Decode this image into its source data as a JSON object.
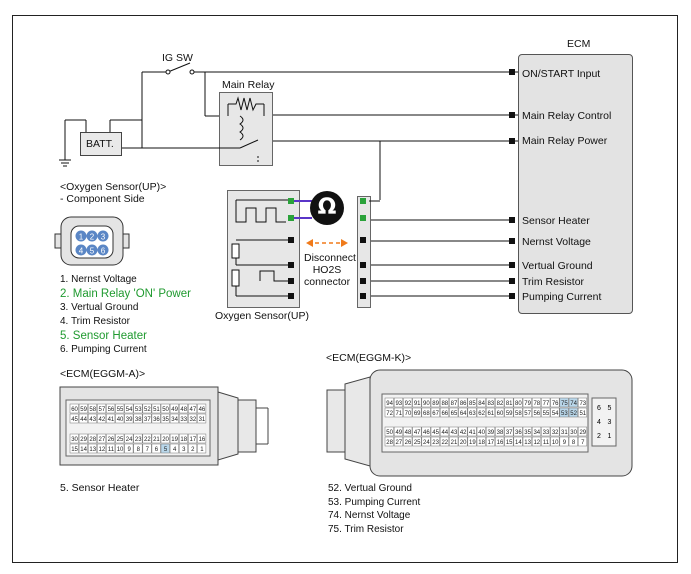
{
  "ecm": {
    "title": "ECM",
    "pins": [
      "ON/START Input",
      "Main Relay Control",
      "Main Relay Power",
      "Sensor Heater",
      "Nernst Voltage",
      "Vertual Ground",
      "Trim Resistor",
      "Pumping Current"
    ]
  },
  "ig_sw": "IG SW",
  "main_relay": "Main Relay",
  "battery": "BATT.",
  "sensor_header": {
    "line1": "<Oxygen Sensor(UP)>",
    "line2": "- Component Side"
  },
  "sensor_pins": [
    {
      "text": "1. Nernst Voltage",
      "highlight": false
    },
    {
      "text": "2. Main Relay 'ON' Power",
      "highlight": true
    },
    {
      "text": "3. Vertual Ground",
      "highlight": false
    },
    {
      "text": "4. Trim Resistor",
      "highlight": false
    },
    {
      "text": "5. Sensor Heater",
      "highlight": true
    },
    {
      "text": "6. Pumping Current",
      "highlight": false
    }
  ],
  "connector_pin_numbers": [
    "1",
    "2",
    "3",
    "4",
    "5",
    "6"
  ],
  "ohm_symbol": "Ω",
  "disconnect": {
    "line1": "Disconnect",
    "line2": "HO2S",
    "line3": "connector"
  },
  "oxygen_sensor_label": "Oxygen Sensor(UP)",
  "ecm_a": {
    "title": "<ECM(EGGM-A)>",
    "row1": [
      "60",
      "59",
      "58",
      "57",
      "56",
      "55",
      "54",
      "53",
      "52",
      "51",
      "50",
      "49",
      "48",
      "47",
      "46"
    ],
    "row2": [
      "45",
      "44",
      "43",
      "42",
      "41",
      "40",
      "39",
      "38",
      "37",
      "36",
      "35",
      "34",
      "33",
      "32",
      "31"
    ],
    "row3": [
      "30",
      "29",
      "28",
      "27",
      "26",
      "25",
      "24",
      "23",
      "22",
      "21",
      "20",
      "19",
      "18",
      "17",
      "16"
    ],
    "row4": [
      "15",
      "14",
      "13",
      "12",
      "11",
      "10",
      "9",
      "8",
      "7",
      "6",
      "5",
      "4",
      "3",
      "2",
      "1"
    ],
    "note": "5. Sensor Heater"
  },
  "ecm_k": {
    "title": "<ECM(EGGM-K)>",
    "row1": [
      "94",
      "93",
      "92",
      "91",
      "90",
      "89",
      "88",
      "87",
      "86",
      "85",
      "84",
      "83",
      "82",
      "81",
      "80",
      "79",
      "78",
      "77",
      "76",
      "75",
      "74",
      "73"
    ],
    "row2": [
      "72",
      "71",
      "70",
      "69",
      "68",
      "67",
      "66",
      "65",
      "64",
      "63",
      "62",
      "61",
      "60",
      "59",
      "58",
      "57",
      "56",
      "55",
      "54",
      "53",
      "52",
      "51"
    ],
    "row3": [
      "50",
      "49",
      "48",
      "47",
      "46",
      "45",
      "44",
      "43",
      "42",
      "41",
      "40",
      "39",
      "38",
      "37",
      "36",
      "35",
      "34",
      "33",
      "32",
      "31",
      "30",
      "29"
    ],
    "row4": [
      "28",
      "27",
      "26",
      "25",
      "24",
      "23",
      "22",
      "21",
      "20",
      "19",
      "18",
      "17",
      "16",
      "15",
      "14",
      "13",
      "12",
      "11",
      "10",
      "9",
      "8",
      "7"
    ],
    "side": [
      "6",
      "5",
      "4",
      "3",
      "2",
      "1"
    ],
    "notes": [
      "52. Vertual Ground",
      "53. Pumping Current",
      "74. Nernst Voltage",
      "75. Trim Resistor"
    ]
  },
  "colors": {
    "wire": "#111111",
    "purple_wire": "#5a35c8",
    "green_pin": "#2aa23a",
    "arrow": "#f07a1a",
    "highlight_cell": "#b9d7ea"
  }
}
